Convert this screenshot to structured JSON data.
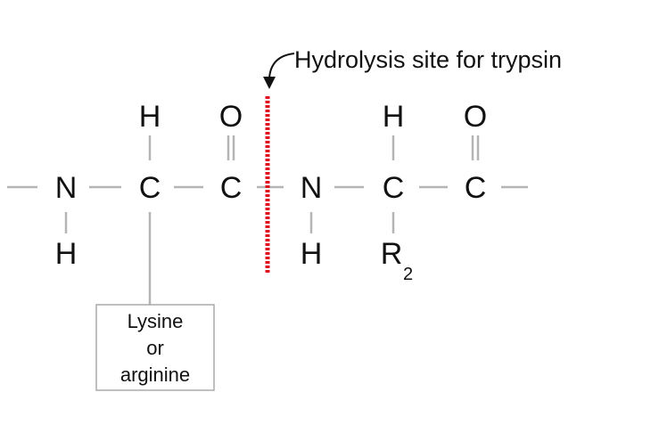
{
  "annotation": "Hydrolysis site for trypsin",
  "atoms": {
    "n1": "N",
    "c1": "C",
    "c2": "C",
    "n2": "N",
    "c3": "C",
    "c4": "C",
    "h_c1": "H",
    "o_c2": "O",
    "h_n1": "H",
    "h_n2": "H",
    "h_c3": "H",
    "o_c4": "O",
    "r2": "R",
    "r2_sub": "2"
  },
  "side_chain_box": {
    "line1": "Lysine",
    "line2": "or",
    "line3": "arginine"
  },
  "colors": {
    "cleavage_line": "#e0141e",
    "bond": "#b5b5b5",
    "text": "#111111"
  }
}
